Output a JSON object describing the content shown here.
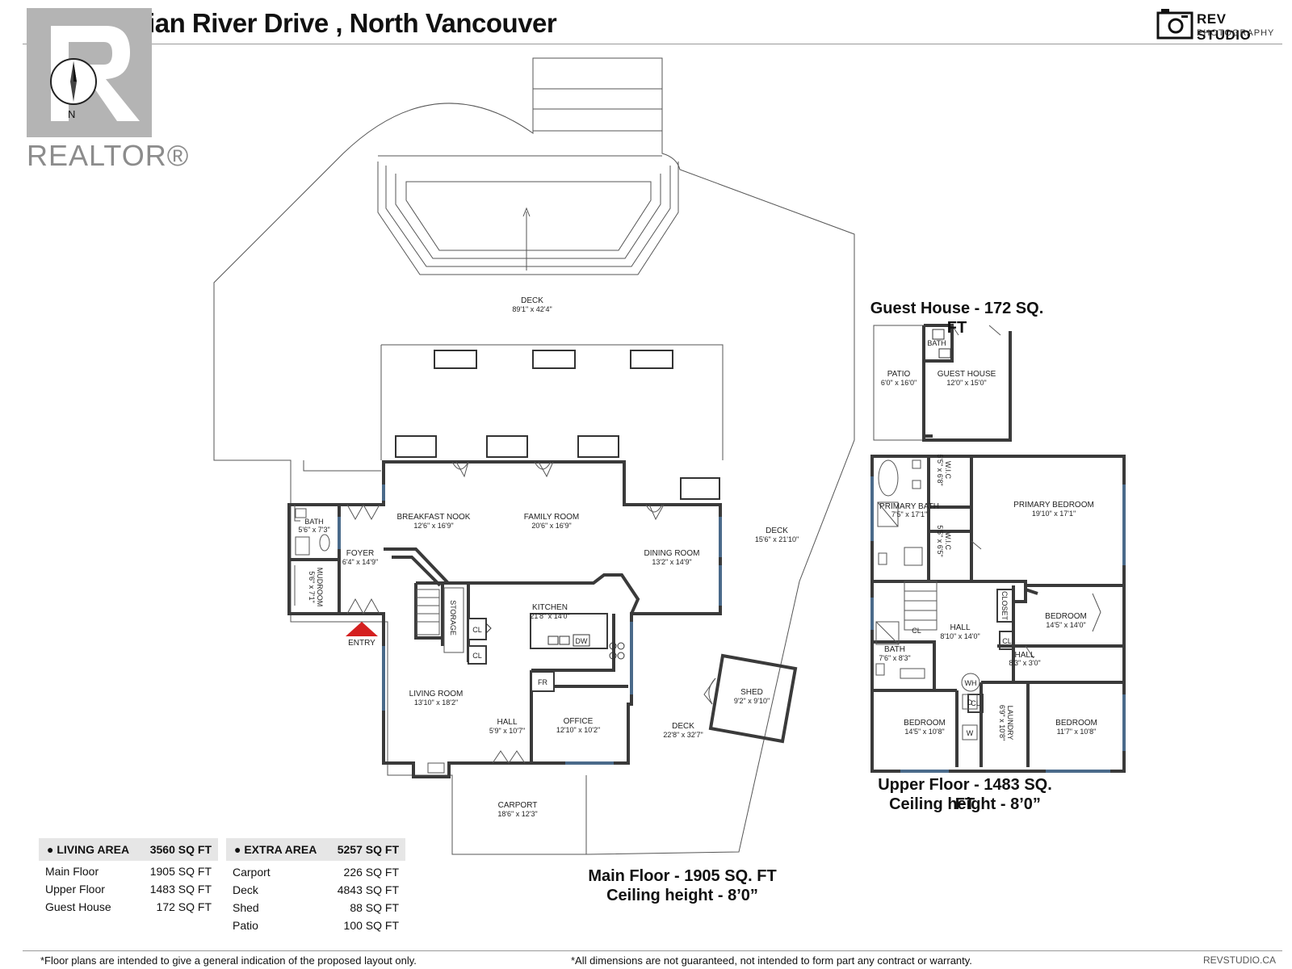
{
  "header": {
    "title": "5439 Indian River Drive , North Vancouver",
    "brand_name": "REV STUDIO",
    "brand_sub": "PHOTOGRAPHY",
    "watermark": "REALTOR®",
    "compass": "N"
  },
  "main_floor": {
    "rooms": [
      {
        "name": "DECK",
        "dims": "89'1\" x 42'4\""
      },
      {
        "name": "BREAKFAST NOOK",
        "dims": "12'6\" x 16'9\""
      },
      {
        "name": "FAMILY ROOM",
        "dims": "20'6\" x 16'9\""
      },
      {
        "name": "DINING ROOM",
        "dims": "13'2\" x 14'9\""
      },
      {
        "name": "DECK",
        "dims": "15'6\" x 21'10\""
      },
      {
        "name": "BATH",
        "dims": "5'6\" x 7'3\""
      },
      {
        "name": "FOYER",
        "dims": "6'4\" x 14'9\""
      },
      {
        "name": "MUDROOM",
        "dims": "5'6\" x 7'1\""
      },
      {
        "name": "KITCHEN",
        "dims": "21'8\" x 14'0\""
      },
      {
        "name": "LIVING ROOM",
        "dims": "13'10\" x 18'2\""
      },
      {
        "name": "HALL",
        "dims": "5'9\" x 10'7\""
      },
      {
        "name": "OFFICE",
        "dims": "12'10\" x 10'2\""
      },
      {
        "name": "CARPORT",
        "dims": "18'6\" x 12'3\""
      },
      {
        "name": "SHED",
        "dims": "9'2\" x 9'10\""
      },
      {
        "name": "DECK",
        "dims": "22'8\" x 32'7\""
      }
    ],
    "fixtures": {
      "storage": "STORAGE",
      "cl": "CL",
      "dw": "DW",
      "fr": "FR",
      "entry": "ENTRY"
    },
    "title": "Main Floor - 1905 SQ. FT",
    "ceiling": "Ceiling height - 8’0”"
  },
  "guest_house": {
    "title": "Guest House - 172 SQ. FT",
    "rooms": [
      {
        "name": "BATH",
        "dims": ""
      },
      {
        "name": "PATIO",
        "dims": "6'0\" x 16'0\""
      },
      {
        "name": "GUEST HOUSE",
        "dims": "12'0\" x 15'0\""
      }
    ]
  },
  "upper_floor": {
    "rooms": [
      {
        "name": "W.I.C",
        "dims": "5'5\" x 6'8\""
      },
      {
        "name": "PRIMARY BEDROOM",
        "dims": "19'10\" x 17'1\""
      },
      {
        "name": "PRIMARY BATH",
        "dims": "7'5\" x 17'1\""
      },
      {
        "name": "W.I.C",
        "dims": "5'5\" x 6'5\""
      },
      {
        "name": "CLOSET",
        "dims": ""
      },
      {
        "name": "BEDROOM",
        "dims": "14'5\" x 14'0\""
      },
      {
        "name": "HALL",
        "dims": "8'10\" x 14'0\""
      },
      {
        "name": "BATH",
        "dims": "7'6\" x 8'3\""
      },
      {
        "name": "HALL",
        "dims": "8'3\" x 3'0\""
      },
      {
        "name": "BEDROOM",
        "dims": "14'5\" x 10'8\""
      },
      {
        "name": "LAUNDRY",
        "dims": "6'9\" x 10'8\""
      },
      {
        "name": "BEDROOM",
        "dims": "11'7\" x 10'8\""
      }
    ],
    "fixtures": {
      "cl": "CL",
      "wh": "WH",
      "d": "D",
      "w": "W"
    },
    "title": "Upper Floor - 1483 SQ. FT",
    "ceiling": "Ceiling height - 8’0”"
  },
  "living_area": {
    "label": "● LIVING AREA",
    "total": "3560 SQ FT",
    "rows": [
      {
        "name": "Main Floor",
        "value": "1905 SQ FT"
      },
      {
        "name": "Upper Floor",
        "value": "1483 SQ FT"
      },
      {
        "name": "Guest House",
        "value": "172 SQ FT"
      }
    ]
  },
  "extra_area": {
    "label": "● EXTRA AREA",
    "total": "5257 SQ FT",
    "rows": [
      {
        "name": "Carport",
        "value": "226 SQ FT"
      },
      {
        "name": "Deck",
        "value": "4843 SQ FT"
      },
      {
        "name": "Shed",
        "value": "88 SQ FT"
      },
      {
        "name": "Patio",
        "value": "100 SQ FT"
      }
    ]
  },
  "footer": {
    "left": "*Floor plans are intended to give a general indication of the proposed layout only.",
    "center": "*All dimensions are not guaranteed, not intended to form part any contract or warranty.",
    "right": "REVSTUDIO.CA"
  },
  "colors": {
    "wall": "#3a3a3a",
    "window": "#4a6a8a",
    "entry_arrow": "#d42020",
    "line": "#555555"
  }
}
